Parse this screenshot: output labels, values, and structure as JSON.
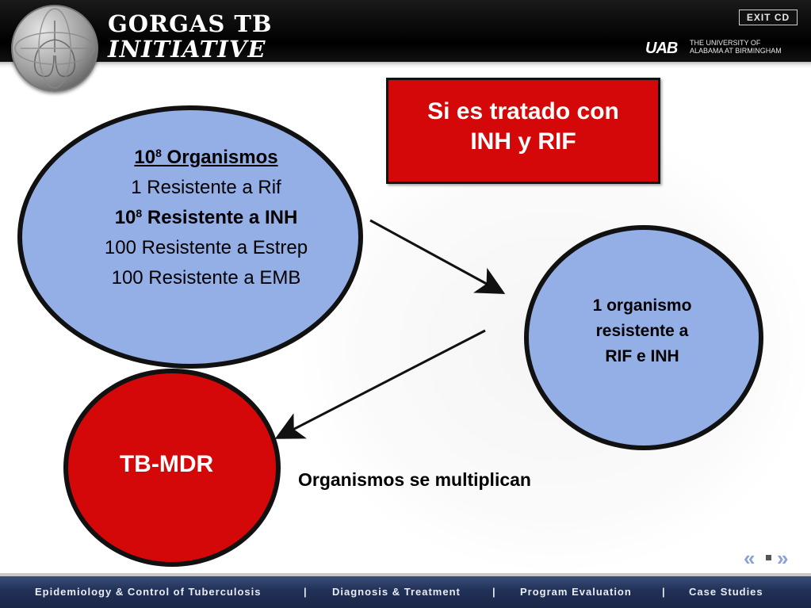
{
  "header": {
    "brand_line1": "GORGAS TB",
    "brand_line2": "INITIATIVE",
    "exit_label": "EXIT CD",
    "uab_mark": "UAB",
    "uab_line1": "THE UNIVERSITY OF",
    "uab_line2": "ALABAMA AT BIRMINGHAM"
  },
  "main_ellipse": {
    "title_base": "10",
    "title_sup": "8",
    "title_rest": " Organismos",
    "line1": "1 Resistente a  Rif",
    "line2_base": "10",
    "line2_sup": "8",
    "line2_rest": " Resistente a INH",
    "line3": "100 Resistente a  Estrep",
    "line4": "100 Resistente a  EMB",
    "fill_color": "#94aee6"
  },
  "treatment_box": {
    "line1": "Si es tratado con",
    "line2": "INH y RIF",
    "fill_color": "#d40808"
  },
  "resistant_ellipse": {
    "line1": "1 organismo",
    "line2": "resistente a",
    "line3": "RIF e INH"
  },
  "mdr_ellipse": {
    "label": "TB-MDR",
    "fill_color": "#d40808"
  },
  "caption": "Organismos se multiplican",
  "nav": {
    "prev_icon": "double-chevron-left-icon",
    "home_icon": "square-dot-icon",
    "next_icon": "double-chevron-right-icon"
  },
  "footer": {
    "item1": "Epidemiology & Control of Tuberculosis",
    "sep1": "|",
    "item2": "Diagnosis & Treatment",
    "sep2": "|",
    "item3": "Program Evaluation",
    "sep3": "|",
    "item4": "Case Studies"
  }
}
